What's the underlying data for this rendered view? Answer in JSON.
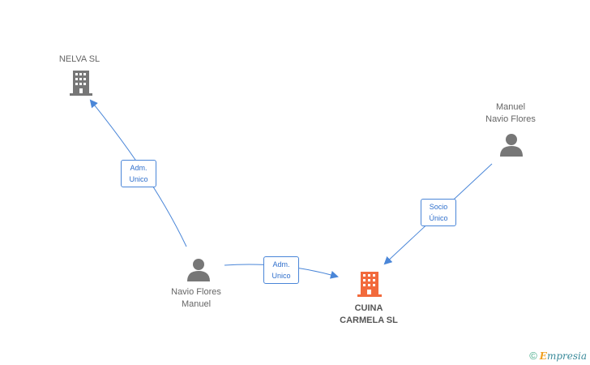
{
  "nodes": {
    "nelva": {
      "label": "NELVA SL",
      "kind": "company"
    },
    "manuel_top": {
      "label": "Manuel\nNavio Flores",
      "kind": "person"
    },
    "navio": {
      "label": "Navio Flores\nManuel",
      "kind": "person"
    },
    "cuina": {
      "label": "CUINA\nCARMELA SL",
      "kind": "company-main"
    }
  },
  "edges": {
    "navio_nelva": {
      "label": "Adm.\nUnico"
    },
    "navio_cuina": {
      "label": "Adm.\nUnico"
    },
    "manuel_cuina": {
      "label": "Socio\nÚnico"
    }
  },
  "colors": {
    "edge": "#4a86d8",
    "company": "#777777",
    "person": "#777777",
    "main_company": "#f26a3c"
  },
  "brand": {
    "copyright": "©",
    "e": "E",
    "rest": "mpresia"
  }
}
